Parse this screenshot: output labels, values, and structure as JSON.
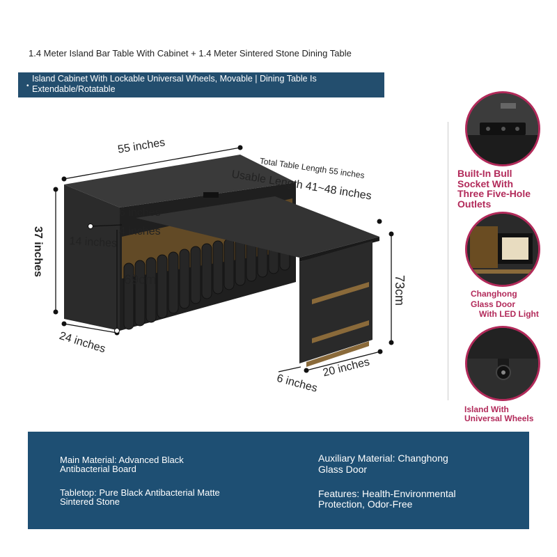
{
  "title": "1.4 Meter Island Bar Table With Cabinet + 1.4 Meter Sintered Stone Dining Table",
  "banner": {
    "bullet": "•",
    "line1": "Island Cabinet With Lockable Universal Wheels, Movable | Dining Table Is",
    "line2": "Extendable/Rotatable"
  },
  "dimensions": {
    "width_top": "55 inches",
    "total_length": "Total Table Length 55 inches",
    "usable_length": "Usable Length 41~48 inches",
    "height_left": "37 inches",
    "six_top": "6 inches",
    "four": "4 inches",
    "fourteen": "14 inches",
    "sixty_nine": "69cm",
    "seventy_three": "73cm",
    "depth_left": "24 inches",
    "depth_right": "20 inches",
    "six_bottom": "6 inches"
  },
  "features": [
    {
      "icon": "socket-icon",
      "caption_lines": [
        "Built-In Bull",
        "Socket With",
        "Three Five-Hole",
        "Outlets"
      ]
    },
    {
      "icon": "glass-door-led-icon",
      "caption_lines": [
        "Changhong",
        "Glass Door",
        "With LED Light"
      ]
    },
    {
      "icon": "wheel-icon",
      "caption_lines": [
        "Island With",
        "Universal Wheels"
      ]
    }
  ],
  "specs": {
    "main_material": [
      "Main Material: Advanced Black",
      "Antibacterial Board"
    ],
    "tabletop": [
      "Tabletop: Pure Black Antibacterial Matte",
      "Sintered Stone"
    ],
    "auxiliary": [
      "Auxiliary Material: Changhong",
      "Glass Door"
    ],
    "features": [
      "Features: Health-Environmental",
      "Protection, Odor-Free"
    ]
  },
  "colors": {
    "banner_bg": "#234e6e",
    "spec_bg": "#1e4f73",
    "accent": "#b22a5a",
    "furniture": "#2b2b2b"
  }
}
